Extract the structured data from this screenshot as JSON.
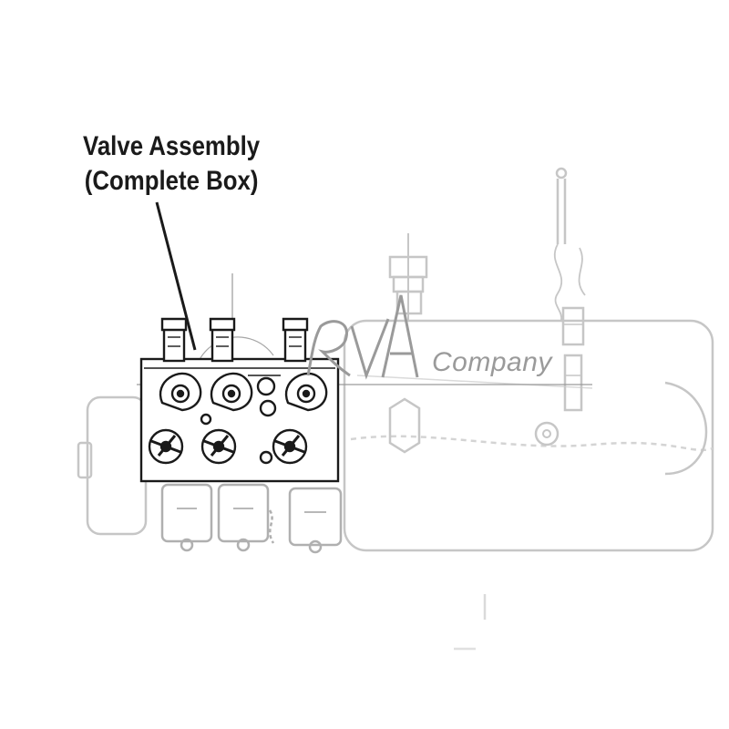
{
  "callout": {
    "line1": "Valve Assembly",
    "line2": "(Complete Box)"
  },
  "watermark": {
    "logo": "RVA",
    "company": "Company"
  },
  "colors": {
    "faded_line": "#c8c8c8",
    "drawing_line": "#1a1a1a",
    "watermark": "#8a8a8a"
  }
}
